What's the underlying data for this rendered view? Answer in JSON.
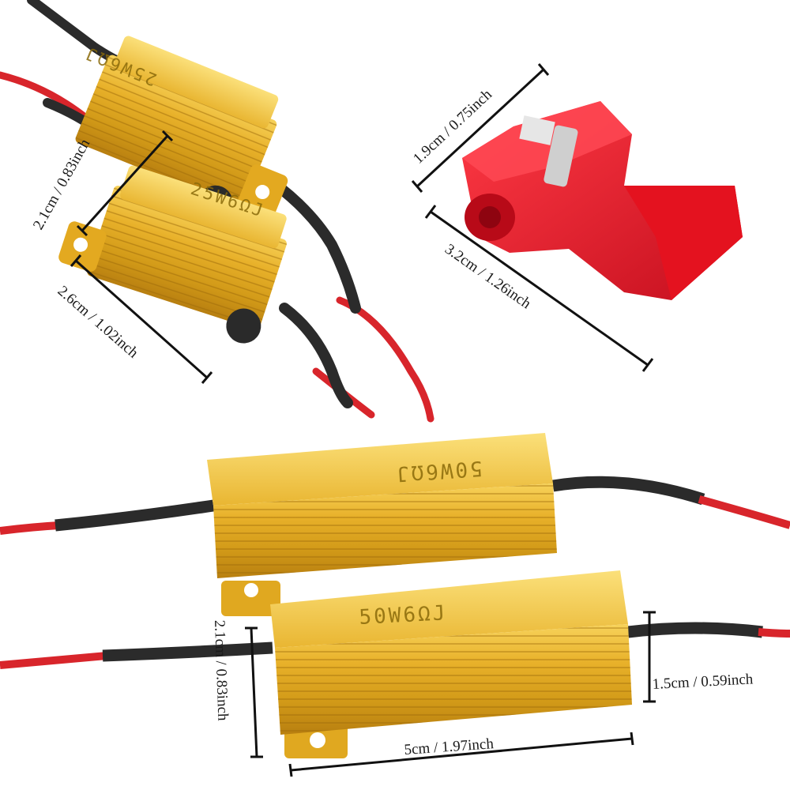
{
  "resistors": {
    "small_top_marking": "25W6ΩJ",
    "small_bottom_marking": "25W6ΩJ",
    "large_top_marking": "50W6ΩJ",
    "large_bottom_marking": "50W6ΩJ"
  },
  "dimensions": {
    "small_height": "2.1cm / 0.83inch",
    "small_length": "2.6cm / 1.02inch",
    "connector_height": "1.9cm / 0.75inch",
    "connector_length": "3.2cm / 1.26inch",
    "large_height": "2.1cm / 0.83inch",
    "large_width": "1.5cm / 0.59inch",
    "large_length": "5cm / 1.97inch"
  },
  "colors": {
    "gold": "#e0a820",
    "wire_red": "#d8252b",
    "wire_black": "#2b2b2b",
    "connector_red": "#ee1c2a"
  }
}
